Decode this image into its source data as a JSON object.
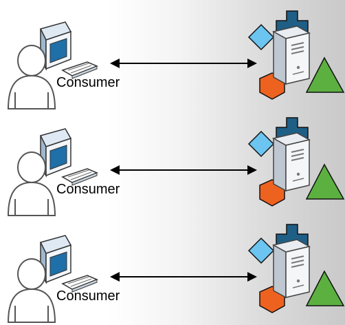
{
  "rows": [
    {
      "consumer_label": "Consumer"
    },
    {
      "consumer_label": "Consumer"
    },
    {
      "consumer_label": "Consumer"
    }
  ],
  "icons": {
    "person": "person-icon",
    "computer": "computer-icon",
    "keyboard": "keyboard-icon",
    "server": "server-icon",
    "plus": "plus-shape",
    "diamond": "diamond-shape",
    "triangle": "triangle-shape",
    "hexagon": "hexagon-shape"
  },
  "colors": {
    "plus": "#1f5f86",
    "diamond": "#6cc4f0",
    "triangle": "#5cb040",
    "hexagon": "#ee6220",
    "arrow": "#000000"
  }
}
